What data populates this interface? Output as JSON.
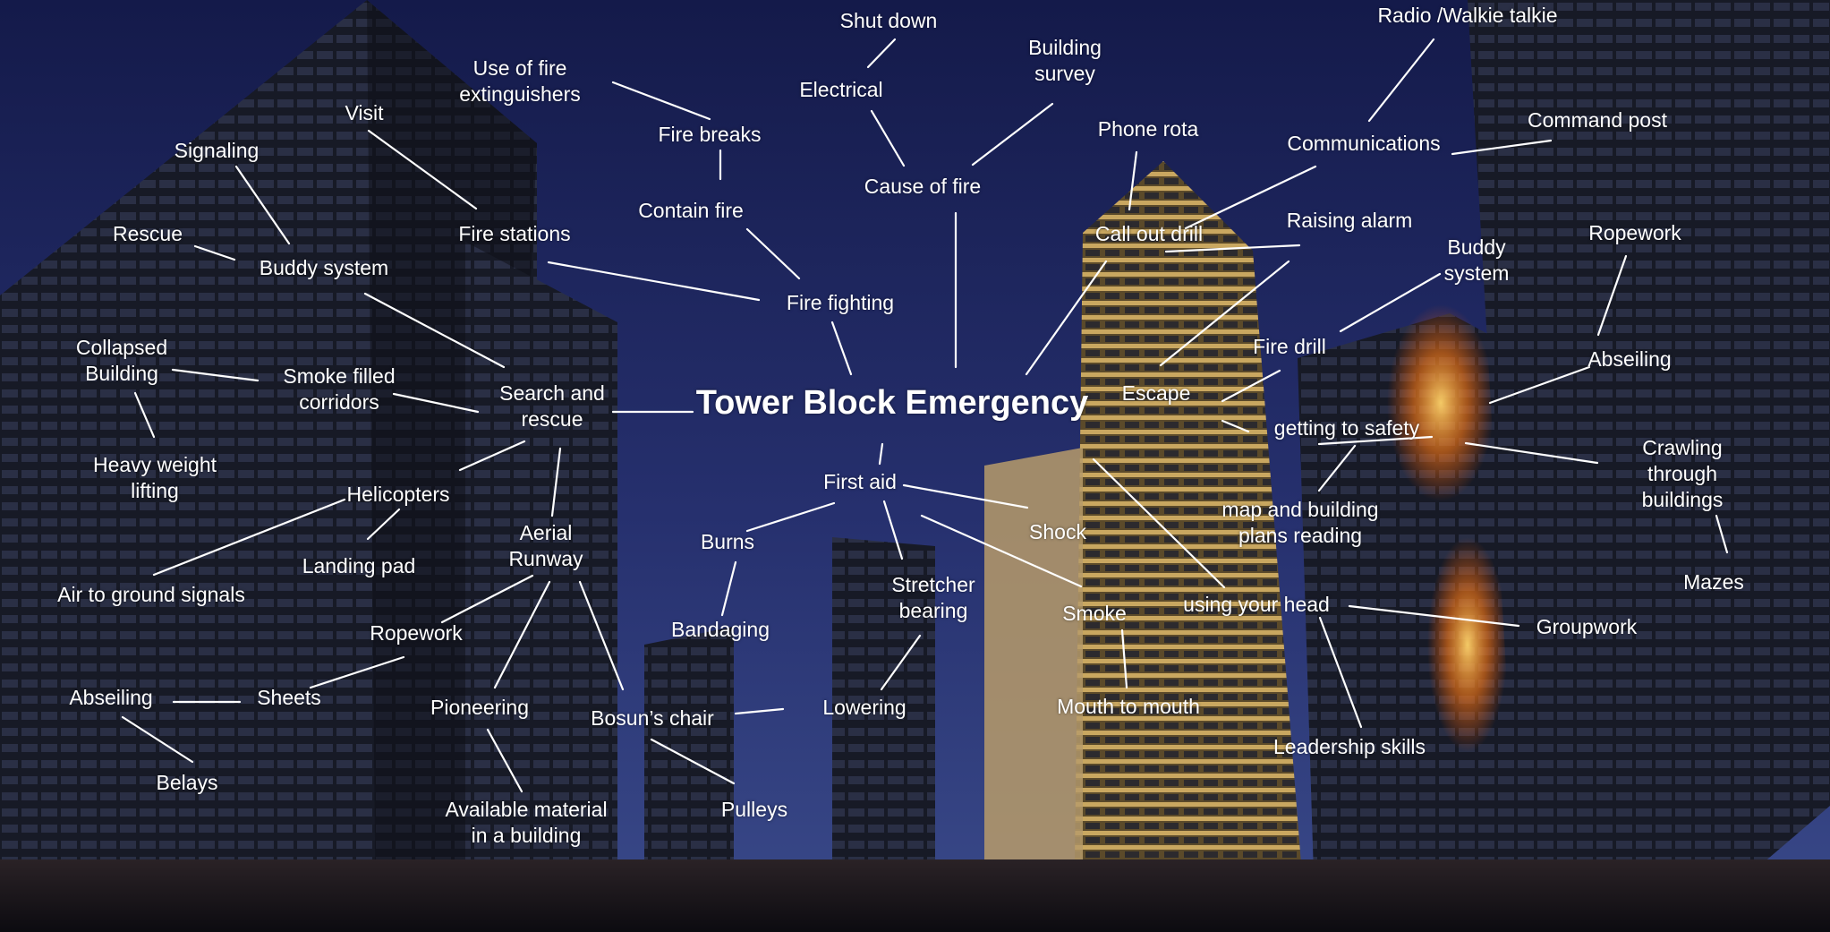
{
  "diagram": {
    "title": "Tower Block Emergency",
    "nodes": [
      {
        "id": "shut-down",
        "text": "Shut down"
      },
      {
        "id": "radio",
        "text": "Radio /Walkie talkie"
      },
      {
        "id": "use-extinguishers",
        "text": "Use of fire\nextinguishers"
      },
      {
        "id": "building-survey",
        "text": "Building\nsurvey"
      },
      {
        "id": "visit",
        "text": "Visit"
      },
      {
        "id": "electrical",
        "text": "Electrical"
      },
      {
        "id": "command-post",
        "text": "Command post"
      },
      {
        "id": "phone-rota",
        "text": "Phone rota"
      },
      {
        "id": "fire-breaks",
        "text": "Fire breaks"
      },
      {
        "id": "signaling",
        "text": "Signaling"
      },
      {
        "id": "communications",
        "text": "Communications"
      },
      {
        "id": "cause-of-fire",
        "text": "Cause of fire"
      },
      {
        "id": "contain-fire",
        "text": "Contain fire"
      },
      {
        "id": "raising-alarm",
        "text": "Raising alarm"
      },
      {
        "id": "rescue",
        "text": "Rescue"
      },
      {
        "id": "fire-stations",
        "text": "Fire stations"
      },
      {
        "id": "call-out-drill",
        "text": "Call out drill"
      },
      {
        "id": "ropework-right",
        "text": "Ropework"
      },
      {
        "id": "buddy-system-left",
        "text": "Buddy system"
      },
      {
        "id": "buddy-system-right",
        "text": "Buddy\nsystem"
      },
      {
        "id": "fire-fighting",
        "text": "Fire fighting"
      },
      {
        "id": "collapsed-building",
        "text": "Collapsed\nBuilding"
      },
      {
        "id": "fire-drill",
        "text": "Fire drill"
      },
      {
        "id": "abseiling-right",
        "text": "Abseiling"
      },
      {
        "id": "smoke-corridors",
        "text": "Smoke filled\ncorridors"
      },
      {
        "id": "search-rescue",
        "text": "Search and\nrescue"
      },
      {
        "id": "escape",
        "text": "Escape"
      },
      {
        "id": "getting-to-safety",
        "text": "getting to safety"
      },
      {
        "id": "crawling",
        "text": "Crawling through\nbuildings"
      },
      {
        "id": "heavy-weight",
        "text": "Heavy weight\nlifting"
      },
      {
        "id": "first-aid",
        "text": "First aid"
      },
      {
        "id": "helicopters",
        "text": "Helicopters"
      },
      {
        "id": "map-reading",
        "text": "map and building\nplans reading"
      },
      {
        "id": "shock",
        "text": "Shock"
      },
      {
        "id": "aerial-runway",
        "text": "Aerial\nRunway"
      },
      {
        "id": "burns",
        "text": "Burns"
      },
      {
        "id": "landing-pad",
        "text": "Landing pad"
      },
      {
        "id": "mazes",
        "text": "Mazes"
      },
      {
        "id": "stretcher",
        "text": "Stretcher\nbearing"
      },
      {
        "id": "air-ground",
        "text": "Air to ground signals"
      },
      {
        "id": "using-head",
        "text": "using your head"
      },
      {
        "id": "smoke",
        "text": "Smoke"
      },
      {
        "id": "groupwork",
        "text": "Groupwork"
      },
      {
        "id": "ropework-left",
        "text": "Ropework"
      },
      {
        "id": "bandaging",
        "text": "Bandaging"
      },
      {
        "id": "abseiling-left",
        "text": "Abseiling"
      },
      {
        "id": "sheets",
        "text": "Sheets"
      },
      {
        "id": "pioneering",
        "text": "Pioneering"
      },
      {
        "id": "lowering",
        "text": "Lowering"
      },
      {
        "id": "mouth-to-mouth",
        "text": "Mouth to mouth"
      },
      {
        "id": "bosuns-chair",
        "text": "Bosun’s chair"
      },
      {
        "id": "leadership",
        "text": "Leadership skills"
      },
      {
        "id": "belays",
        "text": "Belays"
      },
      {
        "id": "pulleys",
        "text": "Pulleys"
      },
      {
        "id": "available-material",
        "text": "Available material\nin a building"
      }
    ]
  },
  "colors": {
    "sky_top": "#141a4a",
    "sky_bottom": "#2d3a7a",
    "building_dark": "#14161f",
    "window_light": "#d9c27a",
    "fire": "#ff8a1a",
    "text": "#ffffff"
  }
}
